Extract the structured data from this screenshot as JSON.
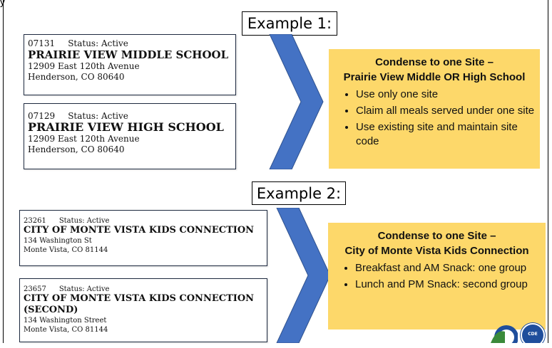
{
  "top_word": "y",
  "example1": {
    "label": "Example 1:",
    "cards": [
      {
        "code": "07131",
        "status": "Status: Active",
        "name": "PRAIRIE VIEW MIDDLE SCHOOL",
        "address1": "12909 East 120th Avenue",
        "address2": "Henderson, CO 80640"
      },
      {
        "code": "07129",
        "status": "Status: Active",
        "name": "PRAIRIE VIEW HIGH SCHOOL",
        "address1": "12909 East 120th Avenue",
        "address2": "Henderson, CO 80640"
      }
    ],
    "callout": {
      "heading1": "Condense to one Site –",
      "heading2": "Prairie View Middle OR High School",
      "bullets": [
        "Use only one site",
        "Claim all meals served under one site",
        "Use existing site and maintain site code"
      ]
    }
  },
  "example2": {
    "label": "Example 2:",
    "cards": [
      {
        "code": "23261",
        "status": "Status: Active",
        "name": "CITY OF MONTE VISTA KIDS CONNECTION",
        "address1": "134 Washington St",
        "address2": "Monte Vista, CO 81144"
      },
      {
        "code": "23657",
        "status": "Status: Active",
        "name": "CITY OF MONTE VISTA KIDS CONNECTION (SECOND)",
        "address1": "134 Washington Street",
        "address2": "Monte Vista, CO 81144"
      }
    ],
    "callout": {
      "heading1": "Condense to one Site –",
      "heading2": "City of Monte Vista Kids Connection",
      "bullets": [
        "Breakfast and AM Snack: one group",
        "Lunch and PM Snack: second group"
      ]
    }
  },
  "logo_text": "CDE",
  "colors": {
    "chevron": "#4472c4",
    "callout": "#fdd86a",
    "logo_green": "#3a8a3a",
    "logo_blue": "#1f4e9c"
  }
}
